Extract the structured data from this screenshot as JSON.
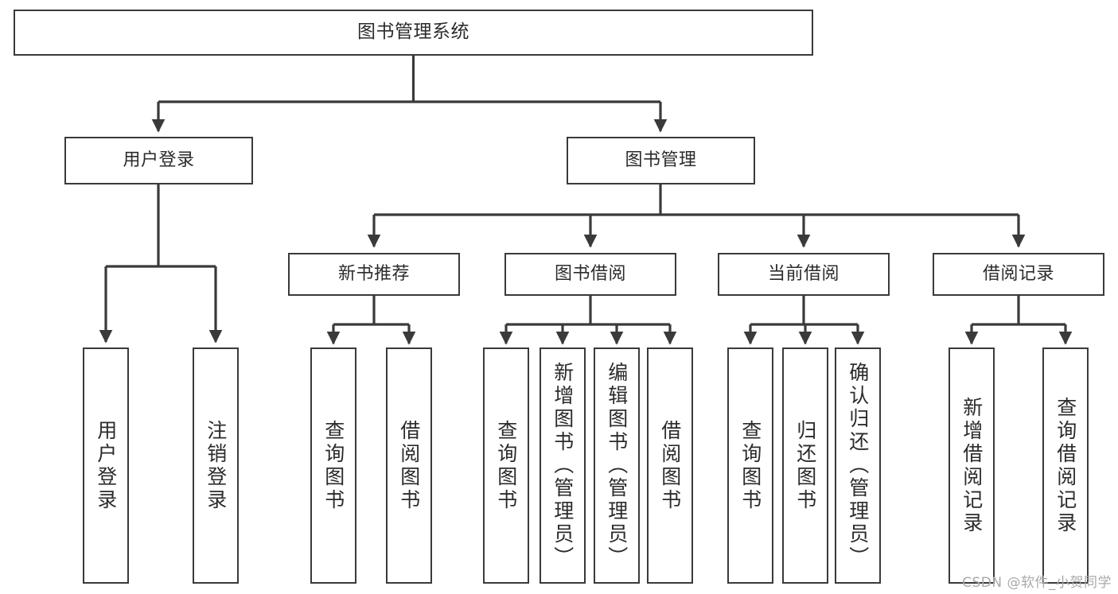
{
  "diagram": {
    "type": "tree-hierarchy-chart",
    "title": "图书管理系统",
    "root": {
      "label": "图书管理系统"
    },
    "level2": [
      {
        "id": "user-login",
        "label": "用户登录"
      },
      {
        "id": "book-management",
        "label": "图书管理"
      }
    ],
    "level3": [
      {
        "id": "new-book-recommend",
        "label": "新书推荐",
        "parent": "book-management"
      },
      {
        "id": "book-borrow",
        "label": "图书借阅",
        "parent": "book-management"
      },
      {
        "id": "current-borrow",
        "label": "当前借阅",
        "parent": "book-management"
      },
      {
        "id": "borrow-record",
        "label": "借阅记录",
        "parent": "book-management"
      }
    ],
    "leaves": {
      "user-login": [
        {
          "id": "leaf-user-login",
          "label": "用户登录"
        },
        {
          "id": "leaf-user-logout",
          "label": "注销登录"
        }
      ],
      "new-book-recommend": [
        {
          "id": "leaf-query-book-1",
          "label": "查询图书"
        },
        {
          "id": "leaf-borrow-book-1",
          "label": "借阅图书"
        }
      ],
      "book-borrow": [
        {
          "id": "leaf-query-book-2",
          "label": "查询图书"
        },
        {
          "id": "leaf-add-book",
          "label": "新增图书（管理员）"
        },
        {
          "id": "leaf-edit-book",
          "label": "编辑图书（管理员）"
        },
        {
          "id": "leaf-borrow-book-2",
          "label": "借阅图书"
        }
      ],
      "current-borrow": [
        {
          "id": "leaf-query-book-3",
          "label": "查询图书"
        },
        {
          "id": "leaf-return-book",
          "label": "归还图书"
        },
        {
          "id": "leaf-confirm-return",
          "label": "确认归还（管理员）"
        }
      ],
      "borrow-record": [
        {
          "id": "leaf-add-record",
          "label": "新增借阅记录"
        },
        {
          "id": "leaf-query-record",
          "label": "查询借阅记录"
        }
      ]
    }
  },
  "watermark": {
    "text": "CSDN @软件_小贺同学"
  },
  "colors": {
    "stroke": "#3a3a3a",
    "text": "#2b2b2b",
    "background": "#ffffff",
    "watermark": "#a9a9a9"
  }
}
